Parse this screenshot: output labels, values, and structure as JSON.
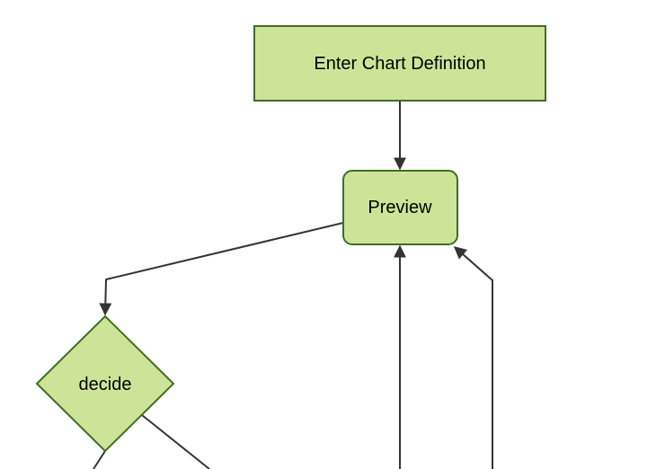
{
  "diagram": {
    "type": "flowchart",
    "direction": "top-down",
    "nodes": [
      {
        "id": "enter-chart-definition",
        "label": "Enter Chart Definition",
        "shape": "rectangle"
      },
      {
        "id": "preview",
        "label": "Preview",
        "shape": "rounded-rectangle"
      },
      {
        "id": "decide",
        "label": "decide",
        "shape": "diamond"
      }
    ],
    "edges": [
      {
        "from": "enter-chart-definition",
        "to": "preview",
        "arrow": true
      },
      {
        "from": "preview",
        "to": "decide",
        "arrow": true
      },
      {
        "from": "offscreen-bottom-1",
        "to": "preview",
        "arrow": true
      },
      {
        "from": "offscreen-bottom-2",
        "to": "preview",
        "arrow": true
      },
      {
        "from": "decide",
        "to": "offscreen-bottom-left",
        "arrow": false
      },
      {
        "from": "decide",
        "to": "offscreen-bottom-right",
        "arrow": false
      }
    ]
  },
  "colors": {
    "node_fill": "#cde498",
    "node_border": "#3f6e22",
    "edge_line": "#333333",
    "label_text": "#000000",
    "background": "#ffffff"
  }
}
